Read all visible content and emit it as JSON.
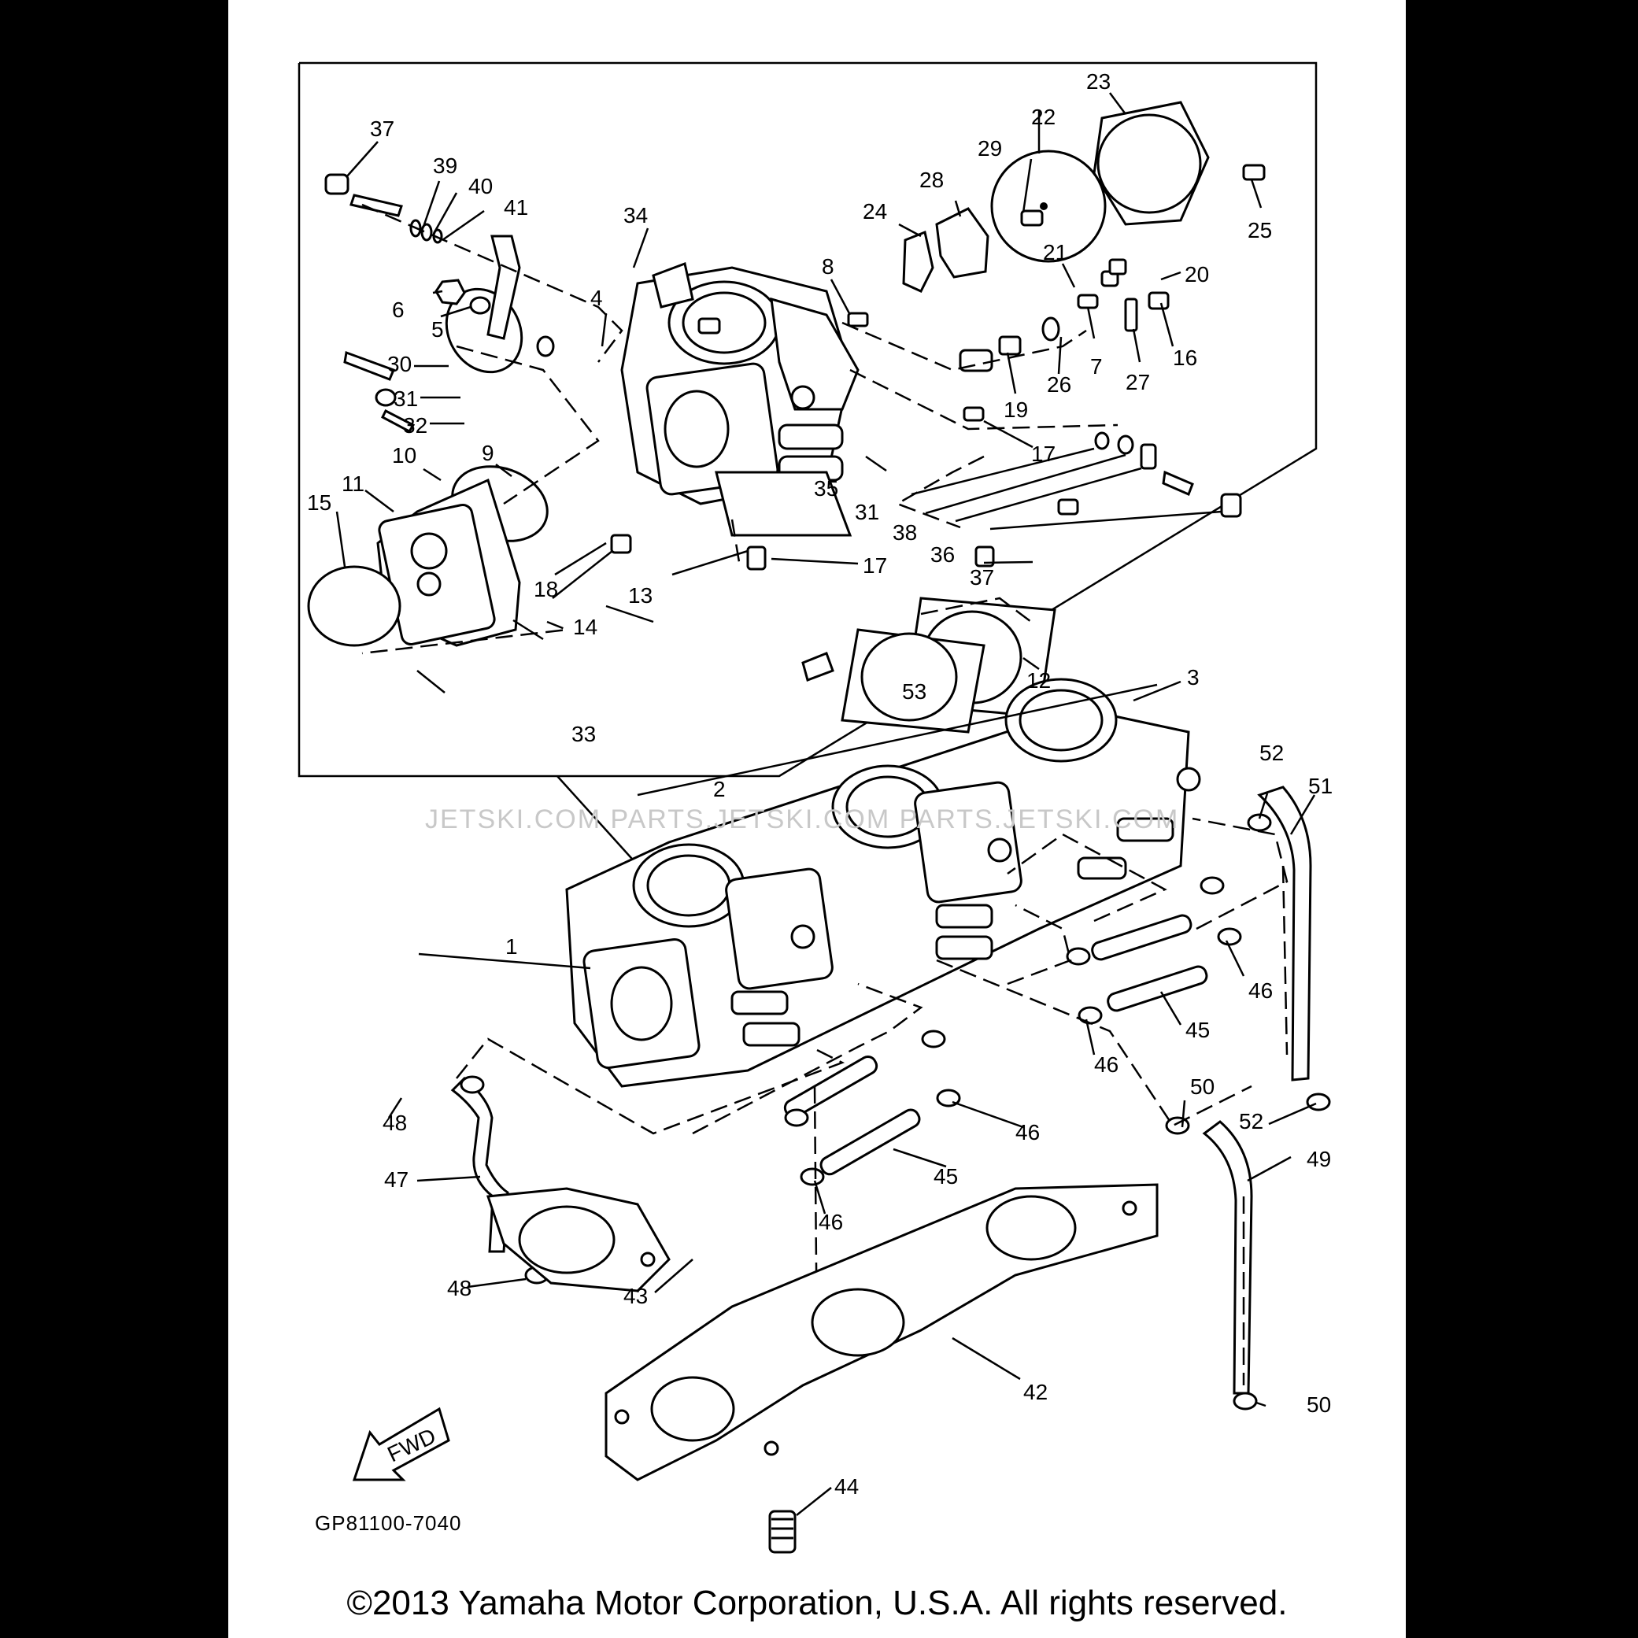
{
  "diagram": {
    "callouts": [
      {
        "id": "37",
        "t": "37"
      },
      {
        "id": "39",
        "t": "39"
      },
      {
        "id": "40",
        "t": "40"
      },
      {
        "id": "41",
        "t": "41"
      },
      {
        "id": "34",
        "t": "34"
      },
      {
        "id": "6",
        "t": "6"
      },
      {
        "id": "5",
        "t": "5"
      },
      {
        "id": "4",
        "t": "4"
      },
      {
        "id": "30",
        "t": "30"
      },
      {
        "id": "31a",
        "t": "31"
      },
      {
        "id": "32",
        "t": "32"
      },
      {
        "id": "10",
        "t": "10"
      },
      {
        "id": "11",
        "t": "11"
      },
      {
        "id": "15",
        "t": "15"
      },
      {
        "id": "9",
        "t": "9"
      },
      {
        "id": "18",
        "t": "18"
      },
      {
        "id": "17a",
        "t": "17"
      },
      {
        "id": "8",
        "t": "8"
      },
      {
        "id": "24",
        "t": "24"
      },
      {
        "id": "28",
        "t": "28"
      },
      {
        "id": "29",
        "t": "29"
      },
      {
        "id": "22",
        "t": "22"
      },
      {
        "id": "23",
        "t": "23"
      },
      {
        "id": "25",
        "t": "25"
      },
      {
        "id": "21",
        "t": "21"
      },
      {
        "id": "20",
        "t": "20"
      },
      {
        "id": "16",
        "t": "16"
      },
      {
        "id": "27",
        "t": "27"
      },
      {
        "id": "7",
        "t": "7"
      },
      {
        "id": "26",
        "t": "26"
      },
      {
        "id": "19",
        "t": "19"
      },
      {
        "id": "17b",
        "t": "17"
      },
      {
        "id": "35",
        "t": "35"
      },
      {
        "id": "31b",
        "t": "31"
      },
      {
        "id": "38",
        "t": "38"
      },
      {
        "id": "36",
        "t": "36"
      },
      {
        "id": "37b",
        "t": "37"
      },
      {
        "id": "13",
        "t": "13"
      },
      {
        "id": "14",
        "t": "14"
      },
      {
        "id": "12",
        "t": "12"
      },
      {
        "id": "33",
        "t": "33"
      },
      {
        "id": "53",
        "t": "53"
      },
      {
        "id": "3",
        "t": "3"
      },
      {
        "id": "2",
        "t": "2"
      },
      {
        "id": "52a",
        "t": "52"
      },
      {
        "id": "51",
        "t": "51"
      },
      {
        "id": "1",
        "t": "1"
      },
      {
        "id": "46a",
        "t": "46"
      },
      {
        "id": "45a",
        "t": "45"
      },
      {
        "id": "46b",
        "t": "46"
      },
      {
        "id": "50a",
        "t": "50"
      },
      {
        "id": "52b",
        "t": "52"
      },
      {
        "id": "48a",
        "t": "48"
      },
      {
        "id": "47",
        "t": "47"
      },
      {
        "id": "46c",
        "t": "46"
      },
      {
        "id": "45b",
        "t": "45"
      },
      {
        "id": "46d",
        "t": "46"
      },
      {
        "id": "49",
        "t": "49"
      },
      {
        "id": "48b",
        "t": "48"
      },
      {
        "id": "43",
        "t": "43"
      },
      {
        "id": "42",
        "t": "42"
      },
      {
        "id": "50b",
        "t": "50"
      },
      {
        "id": "44",
        "t": "44"
      }
    ],
    "watermark": "JETSKI.COM   PARTS.JETSKI.COM   PARTS.JETSKI.COM",
    "fwd_label": "FWD",
    "drawing_code": "GP81100-7040"
  },
  "footer": {
    "copyright": "©2013 Yamaha Motor Corporation, U.S.A. All rights reserved."
  }
}
